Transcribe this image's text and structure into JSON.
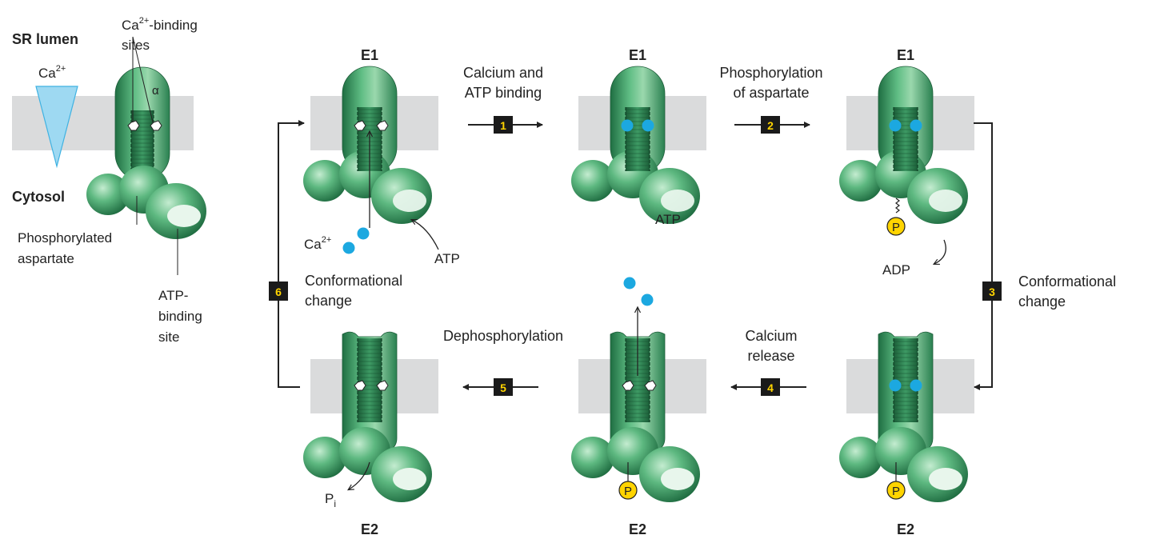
{
  "legend": {
    "sr_lumen": "SR lumen",
    "cytosol": "Cytosol",
    "ca_ion": "Ca",
    "ca_charge": "2+",
    "binding_sites_line1_suffix": "-binding",
    "binding_sites_line2": "sites",
    "alpha": "α",
    "phospho_line1": "Phosphorylated",
    "phospho_line2": "aspartate",
    "atp_site_line1": "ATP-",
    "atp_site_line2": "binding",
    "atp_site_line3": "site"
  },
  "states": {
    "e1": "E1",
    "e2": "E2"
  },
  "steps": [
    {
      "num": "1",
      "line1": "Calcium and",
      "line2": "ATP binding"
    },
    {
      "num": "2",
      "line1": "Phosphorylation",
      "line2": "of aspartate"
    },
    {
      "num": "3",
      "line1": "Conformational",
      "line2": "change"
    },
    {
      "num": "4",
      "line1": "Calcium",
      "line2": "release"
    },
    {
      "num": "5",
      "line1": "Dephosphorylation",
      "line2": ""
    },
    {
      "num": "6",
      "line1": "Conformational",
      "line2": "change"
    }
  ],
  "labels": {
    "atp": "ATP",
    "adp": "ADP",
    "pi_main": "P",
    "pi_sub": "i",
    "phosphate": "P"
  },
  "colors": {
    "protein": "#3a9a62",
    "membrane": "#dadbdc",
    "calcium": "#1ca8e0",
    "ca_triangle": "#9ed9f2",
    "phosphate": "#ffd400",
    "step_box": "#1a1a1a",
    "step_number": "#ffd400"
  }
}
